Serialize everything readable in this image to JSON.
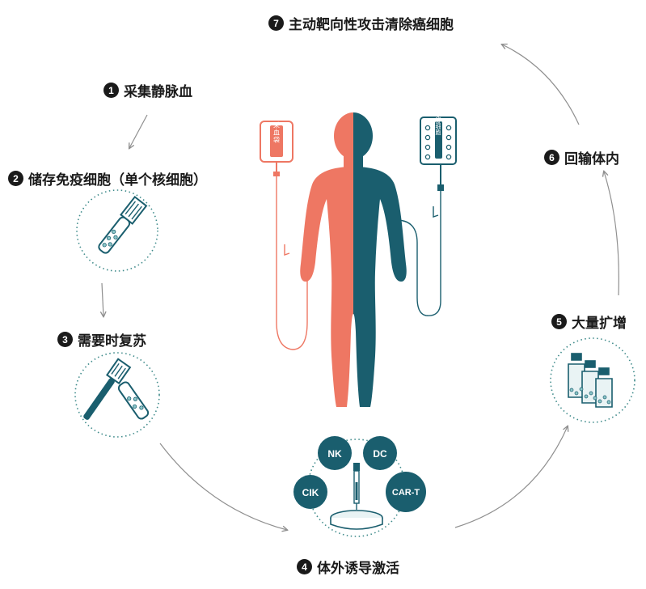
{
  "steps": [
    {
      "number": "1",
      "label": "采集静脉血"
    },
    {
      "number": "2",
      "label": "储存免疫细胞（单个核细胞）"
    },
    {
      "number": "3",
      "label": "需要时复苏"
    },
    {
      "number": "4",
      "label": "体外诱导激活"
    },
    {
      "number": "5",
      "label": "大量扩增"
    },
    {
      "number": "6",
      "label": "回输体内"
    },
    {
      "number": "7",
      "label": "主动靶向性攻击清除癌细胞"
    }
  ],
  "bags": {
    "collection_label": "采血袋",
    "immune_label": "免疫细胞"
  },
  "cell_types": [
    "NK",
    "DC",
    "CIK",
    "CAR-T"
  ],
  "colors": {
    "salmon": "#ee7763",
    "teal": "#1a5e6e",
    "dark": "#1a1a1a",
    "arrow": "#8f8f8f",
    "dot_ring": "#3f8b8b"
  },
  "icons": [
    "cryo-tube-icon",
    "cryo-tube-thaw-icon",
    "culture-flasks-icon",
    "petri-dish-pipette-icon",
    "blood-bag-icon",
    "immune-cell-bag-icon",
    "human-body-icon"
  ]
}
